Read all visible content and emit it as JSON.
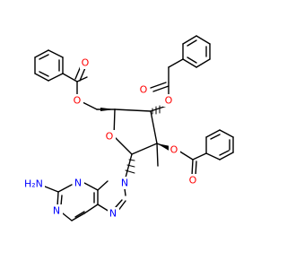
{
  "colors": {
    "bond": "#000000",
    "oxygen": "#ff0000",
    "nitrogen": "#0000ff",
    "background": "#ffffff"
  },
  "labels": {
    "o_ester_top": "O",
    "o_ester_carbonyl_top": "O",
    "o_ester_mid": "O",
    "o_ester_carbonyl_mid": "O",
    "o_ring": "O",
    "o_ester_right": "O",
    "o_ester_carbonyl_right": "O",
    "n9": "N",
    "n3": "N",
    "n1": "N",
    "n7": "N",
    "h2n": "H₂N"
  }
}
